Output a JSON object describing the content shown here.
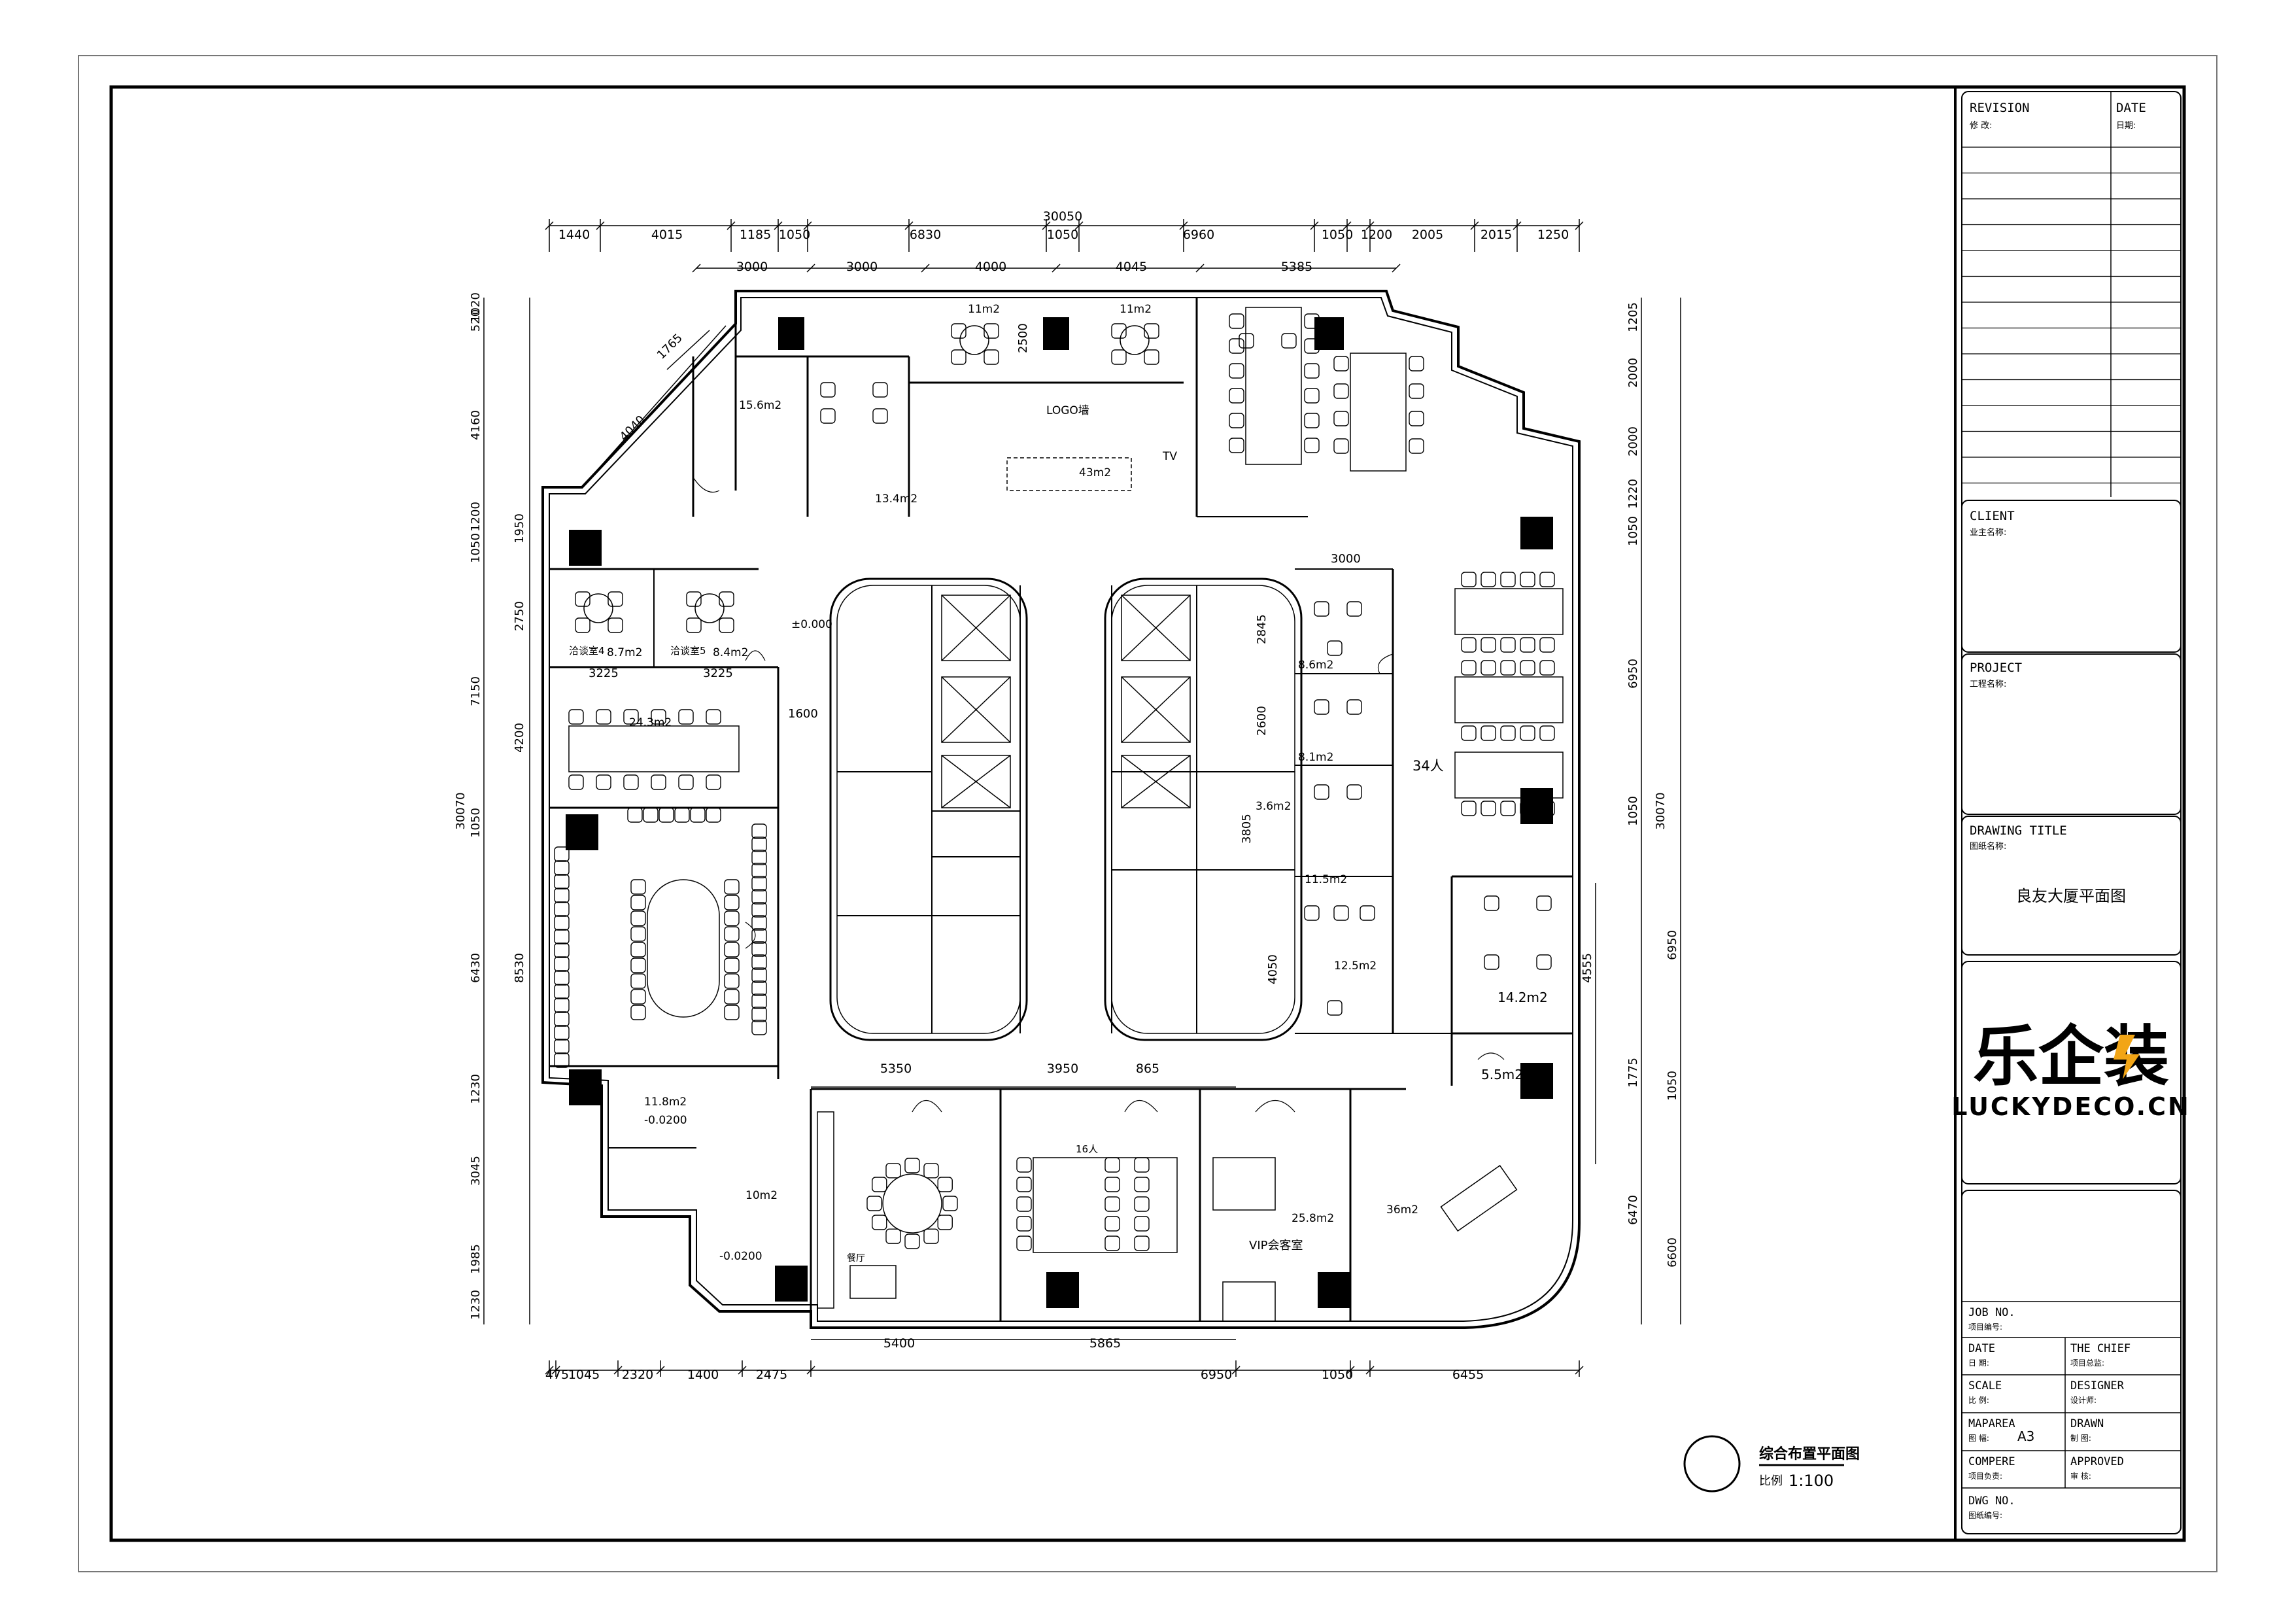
{
  "title_block": {
    "revision_label": "REVISION",
    "revision_sub": "修 改:",
    "date_label": "DATE",
    "date_sub": "日期:",
    "client_label": "CLIENT",
    "client_sub": "业主名称:",
    "project_label": "PROJECT",
    "project_sub": "工程名称:",
    "drawing_title_label": "DRAWING TITLE",
    "drawing_title_sub": "图纸名称:",
    "drawing_title_value": "良友大厦平面图",
    "logo_cn": "乐企装",
    "logo_en": "LUCKYDECO.CN",
    "job_no_label": "JOB NO.",
    "job_no_sub": "项目编号:",
    "date2_label": "DATE",
    "date2_sub": "日 期:",
    "chief_label": "THE CHIEF",
    "chief_sub": "项目总监:",
    "scale_label": "SCALE",
    "scale_sub": "比 例:",
    "designer_label": "DESIGNER",
    "designer_sub": "设计师:",
    "maparea_label": "MAPAREA",
    "maparea_sub": "图 幅:",
    "maparea_value": "A3",
    "drawn_label": "DRAWN",
    "drawn_sub": "制 图:",
    "compere_label": "COMPERE",
    "compere_sub": "项目负责:",
    "approved_label": "APPROVED",
    "approved_sub": "审 核:",
    "dwg_no_label": "DWG NO.",
    "dwg_no_sub": "图纸编号:"
  },
  "plan_title": {
    "title": "综合布置平面图",
    "scale_prefix": "比例",
    "scale": "1:100"
  },
  "dimensions": {
    "top_total": "30050",
    "top_row1": [
      "1440",
      "4015",
      "1185",
      "1050",
      "6830",
      "1050",
      "6960",
      "1050",
      "1200",
      "2005",
      "2015",
      "1250"
    ],
    "top_row2": [
      "3000",
      "3000",
      "4000",
      "4045",
      "5385"
    ],
    "bottom_row": [
      "475",
      "1045",
      "2320",
      "1400",
      "2475",
      "6950",
      "1050",
      "6455"
    ],
    "bottom_inner": [
      "5400",
      "5865"
    ],
    "inner_top": [
      "5350",
      "3950",
      "865"
    ],
    "left_total": "30070",
    "left_outer": [
      "1020",
      "520",
      "4160",
      "1200",
      "1050",
      "7150",
      "1050",
      "6430",
      "1230",
      "3045",
      "1985",
      "1230"
    ],
    "left_inner": [
      "1950",
      "2750",
      "4200",
      "8530"
    ],
    "right_total": "30070",
    "right_outer": [
      "1205",
      "2000",
      "2000",
      "1220",
      "1050",
      "6950",
      "1050",
      "6950",
      "1775",
      "1050",
      "6470",
      "6600"
    ],
    "right_inner": [
      "4555"
    ],
    "misc": [
      "1765",
      "4040",
      "2500",
      "3225",
      "3225",
      "1600",
      "3000",
      "2845",
      "2600",
      "3805",
      "4050"
    ]
  },
  "rooms": {
    "area_11a": "11m2",
    "area_11b": "11m2",
    "area_156": "15.6m2",
    "area_134": "13.4m2",
    "logo_wall": "LOGO墙",
    "area_43": "43m2",
    "tv": "TV",
    "area_87": "8.7m2",
    "area_84": "8.4m2",
    "meeting4": "洽谈室4",
    "meeting5": "洽谈室5",
    "area_243": "24.3m2",
    "elev": "±0.000",
    "area_86": "8.6m2",
    "area_81": "8.1m2",
    "area_36": "3.6m2",
    "people34": "34人",
    "area_115": "11.5m2",
    "area_125": "12.5m2",
    "area_142": "14.2m2",
    "area_55": "5.5m2",
    "area_118": "11.8m2",
    "level1": "-0.0200",
    "area_10": "10m2",
    "level2": "-0.0200",
    "area_36b": "36m2",
    "area_258": "25.8m2",
    "vip": "VIP会客室",
    "people16": "16人",
    "dining": "餐厅"
  },
  "colors": {
    "line": "#000000",
    "paper": "#ffffff",
    "fill_dark": "#000000",
    "logo_accent": "#f2a516"
  }
}
